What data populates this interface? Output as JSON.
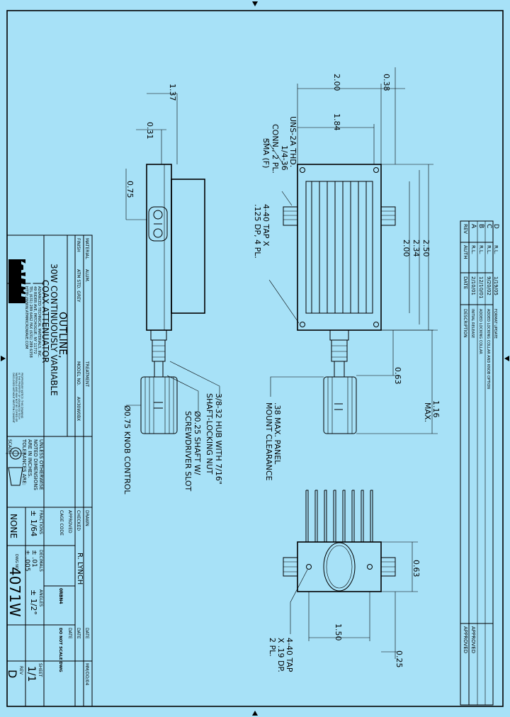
{
  "colors": {
    "background": "#a7e1f7",
    "ink": "#000000",
    "knob": "#ffffff"
  },
  "revision_block": {
    "headers": {
      "rev": "REV",
      "auth": "AUTH",
      "date": "DATE",
      "description": "DESCRIPTION",
      "approved": "APPROVED"
    },
    "rows": [
      {
        "rev": "A",
        "auth": "R.L.",
        "date": "2/10/01",
        "description": "INITIAL RELEASE",
        "approved": ""
      },
      {
        "rev": "B",
        "auth": "R.L.",
        "date": "12/10/01",
        "description": "ADDED LOCKING COLLAR",
        "approved": ""
      },
      {
        "rev": "C",
        "auth": "R.L.",
        "date": "9/20/02",
        "description": "ADDED LOCKING COLLAR AND KNOB OPTION",
        "approved": ""
      },
      {
        "rev": "D",
        "auth": "R.L.",
        "date": "1/19/05",
        "description": "FORMAT UPDATE",
        "approved": "APPROVED"
      }
    ]
  },
  "title_block": {
    "title_line1": "OUTLINE,",
    "title_line2": "30W CONTINUOUSLY VARIABLE",
    "title_line3": "COAX ATTENUATOR",
    "material_label": "MATERIAL",
    "material_value": "ALUM.",
    "finish_label": "FINISH",
    "finish_value": "ATM STD. GREY",
    "treatment_label": "TREATMENT",
    "model_label": "MODEL NO.",
    "model_value": "AH30W0BX",
    "logo_text": "ATM",
    "company_lines": [
      "ADVANCED TECHNICAL MATERIALS, INC.",
      "49 RIDER AVE, PATCHOGUE, NY 11772",
      "TEL (631) 289 6462  FAX (631) 289 6358",
      "HTTP://WWW.ATMMICROWAVE.COM"
    ],
    "proprietary_lines": [
      "PROPRIETARY NOTICE: THIS DRAWING",
      "IS THE PROPERTY OF ADVANCED TECH",
      "MATERIALS AND MAY NOT BE COPIED OR",
      "DISCLOSED WITHOUT WRITTEN CONSENT"
    ],
    "tolerance_lines": [
      "UNLESS OTHERWISE",
      "NOTED DIMENSIONS",
      "ARE IN INCHES.",
      "TOLERANCES ARE:"
    ],
    "tol_fractions_label": "FRACTIONS",
    "tol_fractions": "± 1/64",
    "tol_decimals_label": "DECIMALS",
    "tol_decimals": "± .01",
    "tol_decimals2": "± .005",
    "tol_angles_label": "ANGLES",
    "tol_angles": "± 1/2°",
    "drawn_label": "DRAWN",
    "drawn_value": "R. LYNCH",
    "checked_label": "CHECKED",
    "approved_label": "APPROVED",
    "date_label": "DATE",
    "date_value": "MM/DD/04",
    "cage_label": "CAGE CODE",
    "cage_value": "0RBN4",
    "no_scale": "DO NOT SCALE DWG",
    "scale_label": "SCALE",
    "scale_value": "NONE",
    "dwg_label": "DWG NO.",
    "dwg_value": "4071W",
    "rev_label": "REV",
    "rev_value": "D",
    "sheet_label": "SHEET",
    "sheet_value": "1/1"
  },
  "dimensions": {
    "width_2_00": "2.00",
    "width_0_38": "0.38",
    "width_1_84": "1.84",
    "height_2_50": "2.50",
    "height_2_34": "2.34",
    "height_2_00": "2.00",
    "side_1_37": "1.37",
    "side_0_31": "0.31",
    "side_0_75": "0.75",
    "conn_0_63": "0.63",
    "conn_1_16": "1.16",
    "conn_max": "MAX.",
    "end_0_63": "0.63",
    "end_1_50": "1.50",
    "end_0_25": "0.25"
  },
  "notes": {
    "sma_line1": "SMA (F)",
    "sma_line2": "CONN., 2 PL.",
    "sma_line3": "1/4-36",
    "sma_line4": "UNS-2A THD.",
    "tap_line1": "4-40 TAP X",
    "tap_line2": ".125 DP, 4 PL.",
    "panel_line1": ".38 MAX. PANEL",
    "panel_line2": "MOUNT CLEARANCE",
    "hub_line1": "3/8-32 HUB WITH 7/16\"",
    "hub_line2": "SHAFT-LOCKING NUT",
    "shaft_line1": "Ø0.25 SHAFT W/",
    "shaft_line2": "SCREWDRIVER SLOT",
    "knob_line1": "Ø0.75 KNOB CONTROL",
    "endtap_line1": "4-40 TAP",
    "endtap_line2": "X .19 DP.",
    "endtap_line3": "2 PL."
  }
}
